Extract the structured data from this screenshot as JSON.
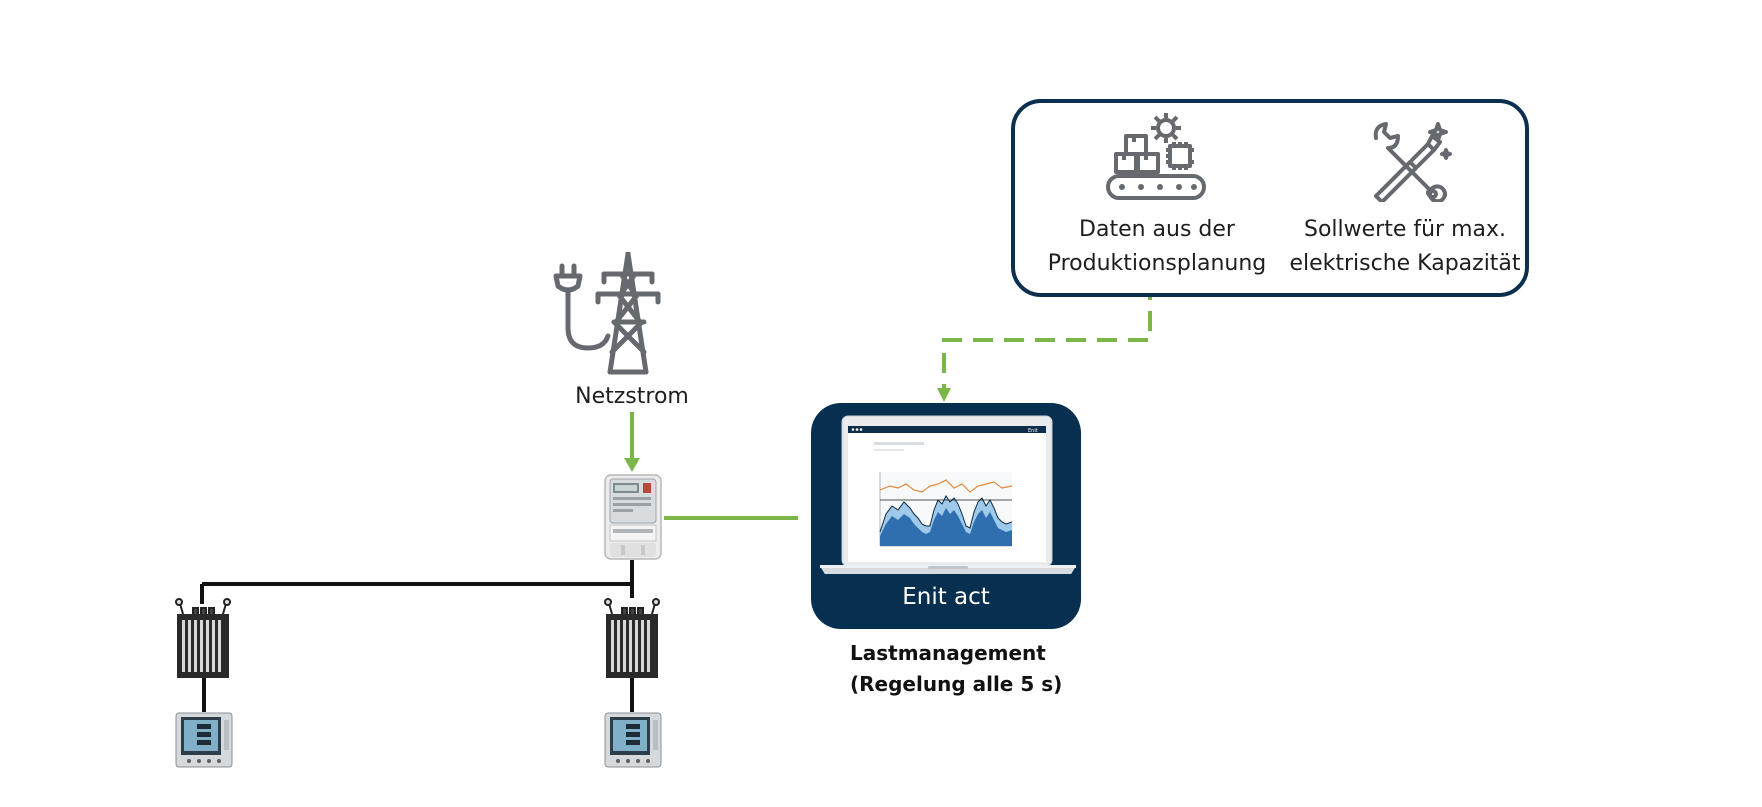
{
  "grid": {
    "label": "Netzstrom",
    "icon": "power-grid-icon"
  },
  "info_box": {
    "items": [
      {
        "line1": "Daten aus der",
        "line2": "Produktionsplanung",
        "icon": "production-conveyor-icon"
      },
      {
        "line1": "Sollwerte für max.",
        "line2": "elektrische Kapazität",
        "icon": "wrench-tools-icon"
      }
    ]
  },
  "enit": {
    "name": "Enit act",
    "caption_line1": "Lastmanagement",
    "caption_line2": "(Regelung alle 5 s)",
    "screen_logo": "Enit"
  },
  "colors": {
    "accent_green": "#7ab648",
    "navy": "#072f4f",
    "icon_gray": "#666a6e",
    "line_black": "#111111"
  }
}
